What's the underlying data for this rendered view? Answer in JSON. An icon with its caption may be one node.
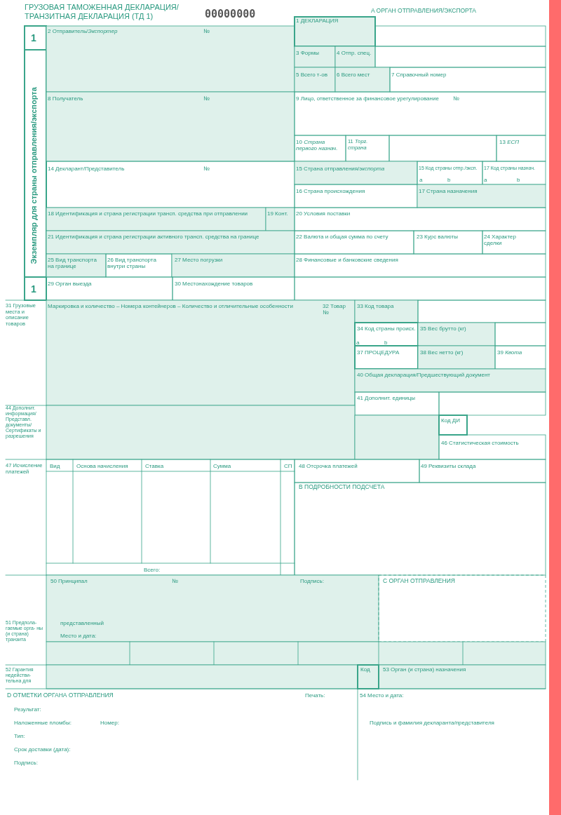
{
  "diagram": {
    "title": "ГРУЗОВАЯ ТАМОЖЕННАЯ ДЕКЛАРАЦИЯ/ ТРАНЗИТНАЯ ДЕКЛАРАЦИЯ (ТД 1)",
    "labels": [
      "00000000",
      "A ОРГАН ОТПРАВЛЕНИЯ/ЭКСПОРТА",
      "1 ДЕКЛАРАЦИЯ",
      "1",
      "2 Отправитель/*Экспортер*",
      "№",
      "3 Формы",
      "4 Отпр. спец.",
      "5 Всего т-ов",
      "6 Всего мест",
      "7 Справочный номер",
      "8 Получатель",
      "№",
      "9 Лицо, ответственное за финансовое урегулирование",
      "№",
      "Экземпляр для страны отправления/экспорта",
      "10 *Страна первого назнач.*",
      "11 *Торг. страна*",
      "13 *ЕСП*",
      "14 Декларант/Представитель",
      "№",
      "15 Страна отправления/*экспорта*",
      "15 Код страны отпр./эксп.",
      "17 Код страны назнач.",
      "a",
      "b",
      "a",
      "b",
      "16 Страна происхождения",
      "17 Страна назначения",
      "18 Идентификация и страна регистрации трансп. средства при отправлении",
      "19 Конт.",
      "20 Условия поставки",
      "21 Идентификация и страна регистрации активного трансп. средства на границе",
      "22 Валюта и общая сумма по счету",
      "23 Курс валюты",
      "24 Характер сделки",
      "25 Вид транспорта на границе",
      "26 Вид транспорта внутри страны",
      "27 Место погрузки",
      "28 Финансовые и банковские сведения",
      "1",
      "29 Орган выезда",
      "30 Местонахождение товаров",
      "31 Грузовые места и описание товаров",
      "Маркировка и количество – Номера контейнеров – Количество и отличительные особенности",
      "32 Товар №",
      "33 Код товара",
      "34 Код страны происх.",
      "a",
      "b",
      "35 Вес брутто (кг)",
      "37 ПРОЦЕДУРА",
      "38 Вес нетто (кг)",
      "39 *Квота*",
      "40 Общая декларация/Предшествующий документ",
      "41 Дополнит. единицы",
      "44 Дополнит. информация/ Представл. документы/ Сертификаты и разрешения",
      "Код ДИ",
      "46 Статистическая стоимость",
      "47 Исчисление платежей",
      "Вид",
      "Основа начисления",
      "Ставка",
      "Сумма",
      "СП",
      "48 Отсрочка платежей",
      "49 Реквизиты склада",
      "В ПОДРОБНОСТИ ПОДСЧЕТА",
      "Всего:",
      "50 Принципал",
      "№",
      "Подпись:",
      "С ОРГАН ОТПРАВЛЕНИЯ",
      "представленный",
      "Место и дата:",
      "51 Предпола- гаемые орга- ны (и страна) транзита",
      "52 Гарантия недействи- тельна для",
      "Код",
      "53 Орган (и страна) назначения",
      "D ОТМЕТКИ ОРГАНА ОТПРАВЛЕНИЯ",
      "Печать:",
      "54 Место и дата:",
      "Результат:",
      "Наложенные пломбы:",
      "Номер:",
      "Подпись и фамилия декларанта/представителя",
      "Тип:",
      "Срок доставки (дата):",
      "Подпись:"
    ]
  }
}
